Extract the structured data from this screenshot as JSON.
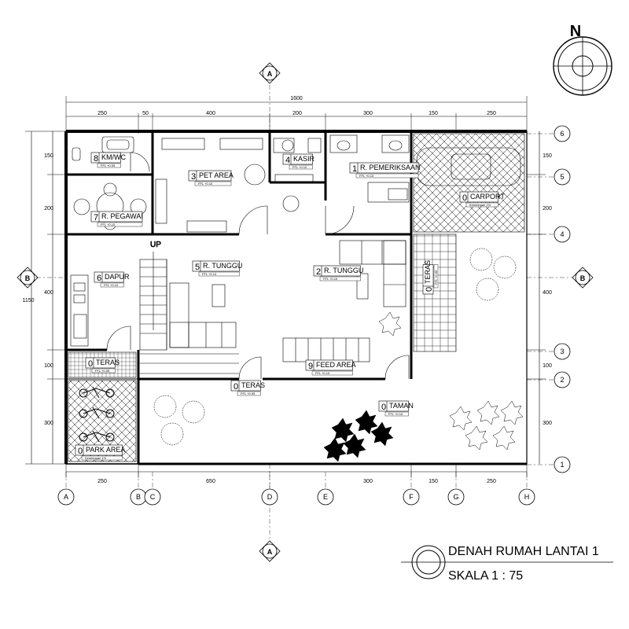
{
  "plan": {
    "north": "N",
    "title": "DENAH RUMAH LANTAI 1",
    "scale": "SKALA 1 : 75",
    "section_a": "A",
    "section_b": "B",
    "up_label": "UP",
    "grid_cols": [
      "A",
      "B",
      "C",
      "D",
      "E",
      "F",
      "G",
      "H"
    ],
    "grid_rows": [
      "6",
      "5",
      "4",
      "3",
      "2",
      "1"
    ],
    "dims_top": [
      "1600",
      "250",
      "50",
      "400",
      "200",
      "300",
      "150",
      "250"
    ],
    "dims_bottom": [
      "250",
      "650",
      "300",
      "150",
      "250"
    ],
    "dims_left": [
      "150",
      "200",
      "1150",
      "400",
      "100",
      "300"
    ],
    "dims_right": [
      "150",
      "200",
      "400",
      "100",
      "300"
    ],
    "rooms": [
      {
        "num": "8",
        "name": "KM/WC",
        "ffl": "FFL +0.05"
      },
      {
        "num": "3",
        "name": "PET AREA",
        "ffl": "FFL +0.10"
      },
      {
        "num": "4",
        "name": "KASIR",
        "ffl": "FFL +0.10"
      },
      {
        "num": "1",
        "name": "R. PEMERIKSAAN",
        "ffl": "FFL +0.10"
      },
      {
        "num": "0",
        "name": "CARPORT",
        "ffl": "Kemiringan 1%"
      },
      {
        "num": "7",
        "name": "R. PEGAWAI",
        "ffl": "FFL +0.10"
      },
      {
        "num": "5",
        "name": "R. TUNGGU",
        "ffl": "FFL +0.10"
      },
      {
        "num": "2",
        "name": "R. TUNGGU",
        "ffl": "FFL +0.10"
      },
      {
        "num": "6",
        "name": "DAPUR",
        "ffl": "FFL +0.10"
      },
      {
        "num": "0",
        "name": "TERAS",
        "ffl": "FFL +0.05"
      },
      {
        "num": "9",
        "name": "FEED AREA",
        "ffl": "FFL +0.10"
      },
      {
        "num": "0",
        "name": "TERAS",
        "ffl": "FFL +0.05"
      },
      {
        "num": "0",
        "name": "TERAS",
        "ffl": "FFL +0.05"
      },
      {
        "num": "0",
        "name": "TAMAN",
        "ffl": "FFL +0.15"
      },
      {
        "num": "0",
        "name": "PARK AREA",
        "ffl": "Kemiringan 1%"
      }
    ]
  }
}
